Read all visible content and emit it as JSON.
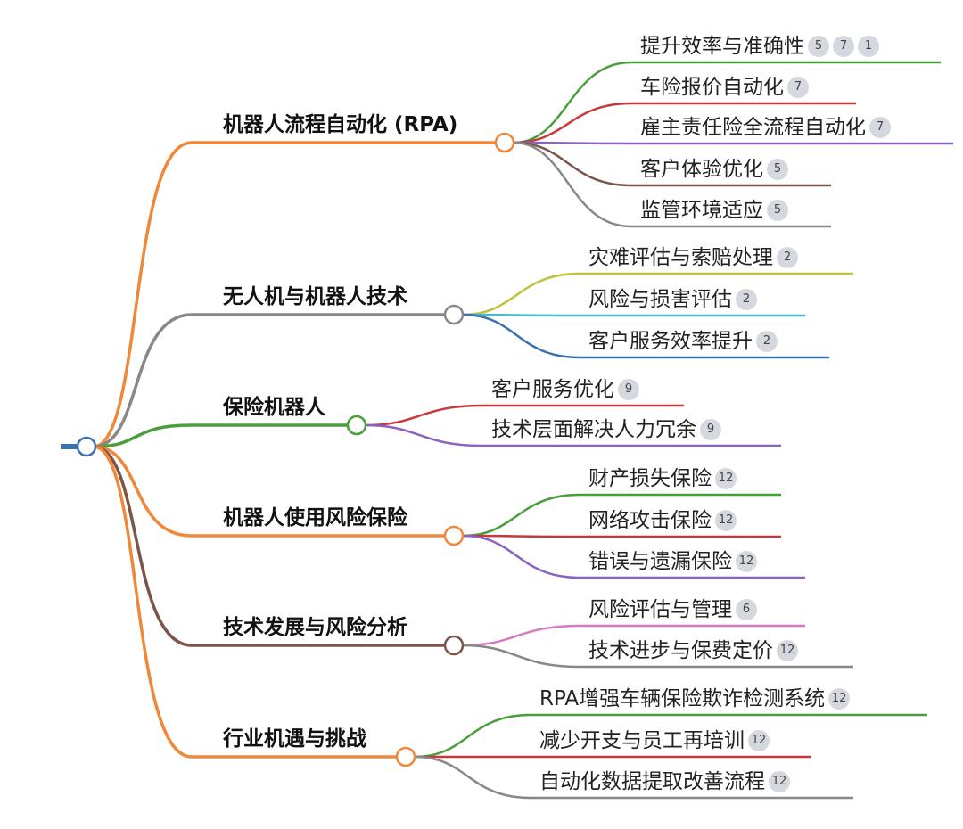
{
  "root": {
    "color": "#3b72b0"
  },
  "branches": [
    {
      "label": "机器人流程自动化 (RPA)",
      "color": "#f0883a",
      "children": [
        {
          "label": "提升效率与准确性",
          "color": "#4a9e3c",
          "badges": [
            "5",
            "7",
            "1"
          ]
        },
        {
          "label": "车险报价自动化",
          "color": "#c8373a",
          "badges": [
            "7"
          ]
        },
        {
          "label": "雇主责任险全流程自动化",
          "color": "#8a62c0",
          "badges": [
            "7"
          ]
        },
        {
          "label": "客户体验优化",
          "color": "#7a5548",
          "badges": [
            "5"
          ]
        },
        {
          "label": "监管环境适应",
          "color": "#888888",
          "badges": [
            "5"
          ]
        }
      ]
    },
    {
      "label": "无人机与机器人技术",
      "color": "#888888",
      "children": [
        {
          "label": "灾难评估与索赔处理",
          "color": "#c2c23e",
          "badges": [
            "2"
          ]
        },
        {
          "label": "风险与损害评估",
          "color": "#4ab8d8",
          "badges": [
            "2"
          ]
        },
        {
          "label": "客户服务效率提升",
          "color": "#3a72b0",
          "badges": [
            "2"
          ]
        }
      ]
    },
    {
      "label": "保险机器人",
      "color": "#4a9e3c",
      "children": [
        {
          "label": "客户服务优化",
          "color": "#c8373a",
          "badges": [
            "9"
          ]
        },
        {
          "label": "技术层面解决人力冗余",
          "color": "#8a62c0",
          "badges": [
            "9"
          ]
        }
      ]
    },
    {
      "label": "机器人使用风险保险",
      "color": "#f0883a",
      "children": [
        {
          "label": "财产损失保险",
          "color": "#4a9e3c",
          "badges": [
            "12"
          ]
        },
        {
          "label": "网络攻击保险",
          "color": "#c8373a",
          "badges": [
            "12"
          ]
        },
        {
          "label": "错误与遗漏保险",
          "color": "#8a62c0",
          "badges": [
            "12"
          ]
        }
      ]
    },
    {
      "label": "技术发展与风险分析",
      "color": "#7a5548",
      "children": [
        {
          "label": "风险评估与管理",
          "color": "#d878c0",
          "badges": [
            "6"
          ]
        },
        {
          "label": "技术进步与保费定价",
          "color": "#888888",
          "badges": [
            "12"
          ]
        }
      ]
    },
    {
      "label": "行业机遇与挑战",
      "color": "#f0883a",
      "children": [
        {
          "label": "RPA增强车辆保险欺诈检测系统",
          "color": "#4a9e3c",
          "badges": [
            "12"
          ]
        },
        {
          "label": "减少开支与员工再培训",
          "color": "#c8373a",
          "badges": [
            "12"
          ]
        },
        {
          "label": "自动化数据提取改善流程",
          "color": "#888888",
          "badges": [
            "12"
          ]
        }
      ]
    }
  ]
}
